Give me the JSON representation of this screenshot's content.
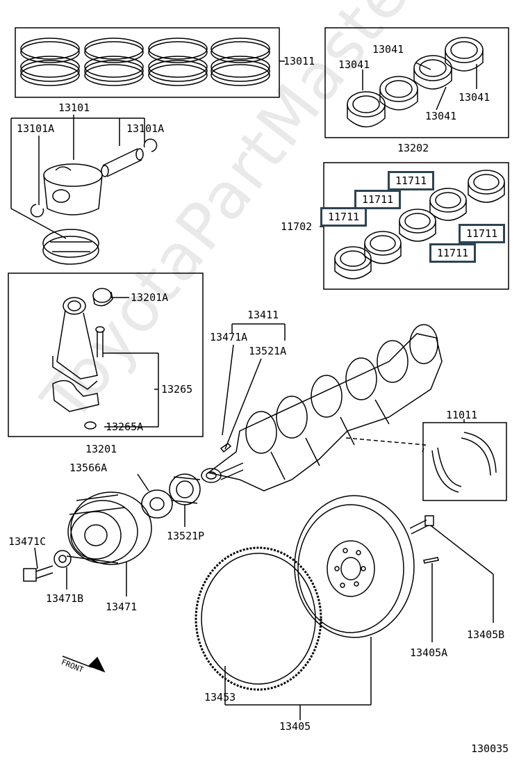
{
  "watermark": "ToyotaPartMaster.ru",
  "figure_number": "130035",
  "front_label": "FRONT",
  "part_labels": {
    "p13011": "13011",
    "p13101": "13101",
    "p13101A_left": "13101A",
    "p13101A_right": "13101A",
    "p13041_a": "13041",
    "p13041_b": "13041",
    "p13041_c": "13041",
    "p13041_d": "13041",
    "p13202": "13202",
    "p11702": "11702",
    "p13201A": "13201A",
    "p13265": "13265",
    "p13265A": "13265A",
    "p13201": "13201",
    "p13411": "13411",
    "p13471A": "13471A",
    "p13521A": "13521A",
    "p11011": "11011",
    "p13566A": "13566A",
    "p13521P": "13521P",
    "p13471C": "13471C",
    "p13471B": "13471B",
    "p13471": "13471",
    "p13405B": "13405B",
    "p13405A": "13405A",
    "p13453": "13453",
    "p13405": "13405"
  },
  "highlighted_labels": {
    "h1": "11711",
    "h2": "11711",
    "h3": "11711",
    "h4": "11711",
    "h5": "11711"
  }
}
